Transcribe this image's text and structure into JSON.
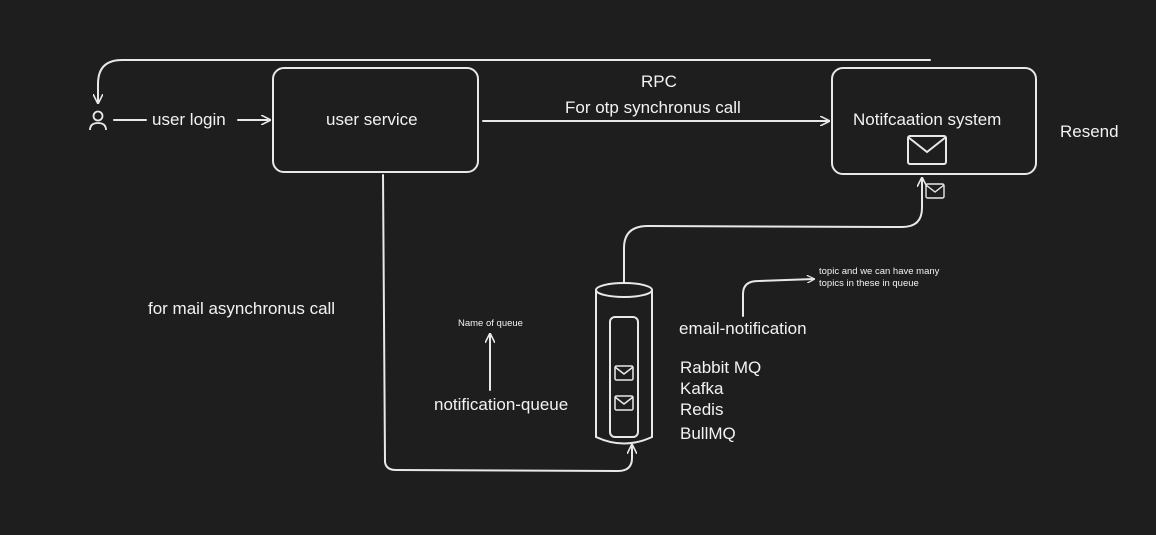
{
  "actor": {
    "icon": "user-icon",
    "label": "user login"
  },
  "user_service": {
    "label": "user service"
  },
  "notification_system": {
    "label": "Notifcaation system",
    "icon": "mail-icon"
  },
  "rpc": {
    "title": "RPC",
    "subtitle": "For otp synchronus call"
  },
  "resend_label": "Resend",
  "async_label": "for mail asynchronus call",
  "queue": {
    "label": "notification-queue",
    "name_note": "Name of queue",
    "message_icons": [
      "mail-icon",
      "mail-icon"
    ],
    "topic": "email-notification",
    "topic_note_line1": "topic and we can have many",
    "topic_note_line2": "topics in these in queue",
    "technologies": [
      "Rabbit MQ",
      "Kafka",
      "Redis",
      "BullMQ"
    ]
  },
  "colors": {
    "background": "#1e1e1e",
    "stroke": "#e8e8e8",
    "text": "#f2f2f2"
  }
}
